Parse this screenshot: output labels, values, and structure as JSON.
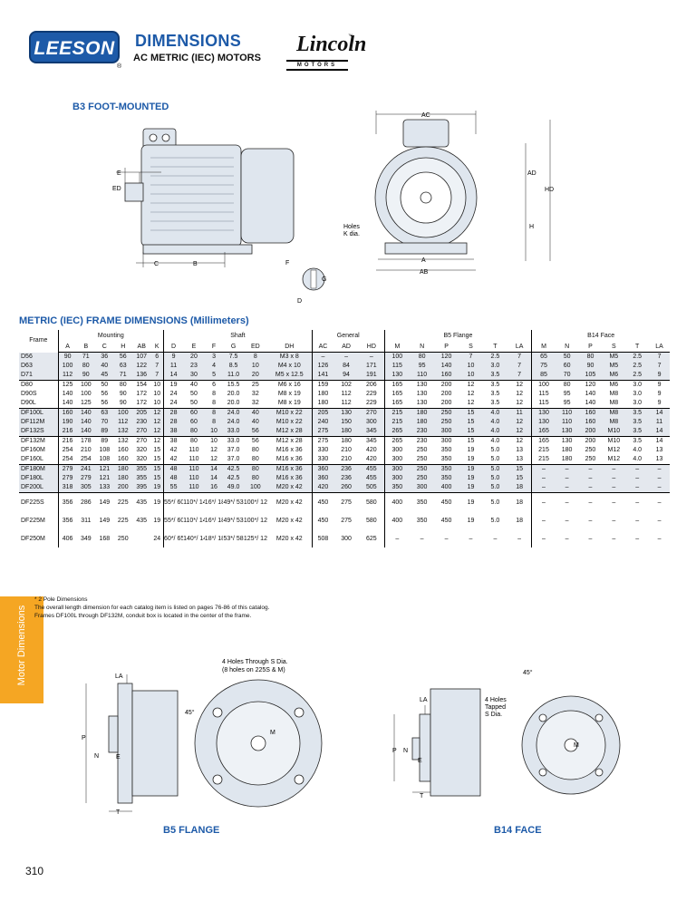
{
  "header": {
    "brand": "LEESON",
    "reg": "®",
    "title": "DIMENSIONS",
    "subtitle": "AC METRIC (IEC) MOTORS",
    "partner": "Lincoln",
    "partner_tm": "™",
    "partner_sub": "MOTORS"
  },
  "sections": {
    "b3": "B3 FOOT-MOUNTED",
    "table_title": "METRIC (IEC) FRAME DIMENSIONS (Millimeters)",
    "b5": "B5 FLANGE",
    "b14": "B14 FACE"
  },
  "diagram_labels": {
    "E": "E",
    "ED": "ED",
    "C": "C",
    "B": "B",
    "F": "F",
    "G": "G",
    "D": "D",
    "AC": "AC",
    "AD": "AD",
    "HD": "HD",
    "H": "H",
    "A": "A",
    "AB": "AB",
    "holes1": "Holes",
    "holes2": "K dia.",
    "LA": "LA",
    "P": "P",
    "N": "N",
    "M": "M",
    "T": "T",
    "deg45": "45°",
    "b5_holes1": "4 Holes Through S Dia.",
    "b5_holes2": "(8 holes on 225S & M)",
    "b14_holes1": "4 Holes",
    "b14_holes2": "Tapped",
    "b14_holes3": "S Dia."
  },
  "table": {
    "group_headers": [
      "Frame",
      "Mounting",
      "Shaft",
      "General",
      "B5 Flange",
      "B14 Face"
    ],
    "columns": [
      "A",
      "B",
      "C",
      "H",
      "AB",
      "K",
      "D",
      "E",
      "F",
      "G",
      "ED",
      "DH",
      "AC",
      "AD",
      "HD",
      "M",
      "N",
      "P",
      "S",
      "T",
      "LA",
      "M",
      "N",
      "P",
      "S",
      "T",
      "LA"
    ],
    "rows": [
      [
        "D56",
        "90",
        "71",
        "36",
        "56",
        "107",
        "6",
        "9",
        "20",
        "3",
        "7.5",
        "8",
        "M3 x 8",
        "–",
        "–",
        "–",
        "100",
        "80",
        "120",
        "7",
        "2.5",
        "7",
        "65",
        "50",
        "80",
        "M5",
        "2.5",
        "7"
      ],
      [
        "D63",
        "100",
        "80",
        "40",
        "63",
        "122",
        "7",
        "11",
        "23",
        "4",
        "8.5",
        "10",
        "M4 x 10",
        "126",
        "84",
        "171",
        "115",
        "95",
        "140",
        "10",
        "3.0",
        "7",
        "75",
        "60",
        "90",
        "M5",
        "2.5",
        "7"
      ],
      [
        "D71",
        "112",
        "90",
        "45",
        "71",
        "136",
        "7",
        "14",
        "30",
        "5",
        "11.0",
        "20",
        "M5 x 12.5",
        "141",
        "94",
        "191",
        "130",
        "110",
        "160",
        "10",
        "3.5",
        "7",
        "85",
        "70",
        "105",
        "M6",
        "2.5",
        "9"
      ],
      [
        "D80",
        "125",
        "100",
        "50",
        "80",
        "154",
        "10",
        "19",
        "40",
        "6",
        "15.5",
        "25",
        "M6 x 16",
        "159",
        "102",
        "206",
        "165",
        "130",
        "200",
        "12",
        "3.5",
        "12",
        "100",
        "80",
        "120",
        "M6",
        "3.0",
        "9"
      ],
      [
        "D90S",
        "140",
        "100",
        "56",
        "90",
        "172",
        "10",
        "24",
        "50",
        "8",
        "20.0",
        "32",
        "M8 x 19",
        "180",
        "112",
        "229",
        "165",
        "130",
        "200",
        "12",
        "3.5",
        "12",
        "115",
        "95",
        "140",
        "M8",
        "3.0",
        "9"
      ],
      [
        "D90L",
        "140",
        "125",
        "56",
        "90",
        "172",
        "10",
        "24",
        "50",
        "8",
        "20.0",
        "32",
        "M8 x 19",
        "180",
        "112",
        "229",
        "165",
        "130",
        "200",
        "12",
        "3.5",
        "12",
        "115",
        "95",
        "140",
        "M8",
        "3.0",
        "9"
      ],
      [
        "DF100L",
        "160",
        "140",
        "63",
        "100",
        "205",
        "12",
        "28",
        "60",
        "8",
        "24.0",
        "40",
        "M10 x 22",
        "205",
        "130",
        "270",
        "215",
        "180",
        "250",
        "15",
        "4.0",
        "11",
        "130",
        "110",
        "160",
        "M8",
        "3.5",
        "14"
      ],
      [
        "DF112M",
        "190",
        "140",
        "70",
        "112",
        "230",
        "12",
        "28",
        "60",
        "8",
        "24.0",
        "40",
        "M10 x 22",
        "240",
        "150",
        "300",
        "215",
        "180",
        "250",
        "15",
        "4.0",
        "12",
        "130",
        "110",
        "160",
        "M8",
        "3.5",
        "11"
      ],
      [
        "DF132S",
        "216",
        "140",
        "89",
        "132",
        "270",
        "12",
        "38",
        "80",
        "10",
        "33.0",
        "56",
        "M12 x 28",
        "275",
        "180",
        "345",
        "265",
        "230",
        "300",
        "15",
        "4.0",
        "12",
        "165",
        "130",
        "200",
        "M10",
        "3.5",
        "14"
      ],
      [
        "DF132M",
        "216",
        "178",
        "89",
        "132",
        "270",
        "12",
        "38",
        "80",
        "10",
        "33.0",
        "56",
        "M12 x 28",
        "275",
        "180",
        "345",
        "265",
        "230",
        "300",
        "15",
        "4.0",
        "12",
        "165",
        "130",
        "200",
        "M10",
        "3.5",
        "14"
      ],
      [
        "DF160M",
        "254",
        "210",
        "108",
        "160",
        "320",
        "15",
        "42",
        "110",
        "12",
        "37.0",
        "80",
        "M16 x 36",
        "330",
        "210",
        "420",
        "300",
        "250",
        "350",
        "19",
        "5.0",
        "13",
        "215",
        "180",
        "250",
        "M12",
        "4.0",
        "13"
      ],
      [
        "DF160L",
        "254",
        "254",
        "108",
        "160",
        "320",
        "15",
        "42",
        "110",
        "12",
        "37.0",
        "80",
        "M16 x 36",
        "330",
        "210",
        "420",
        "300",
        "250",
        "350",
        "19",
        "5.0",
        "13",
        "215",
        "180",
        "250",
        "M12",
        "4.0",
        "13"
      ],
      [
        "DF180M",
        "279",
        "241",
        "121",
        "180",
        "355",
        "15",
        "48",
        "110",
        "14",
        "42.5",
        "80",
        "M16 x 36",
        "360",
        "236",
        "455",
        "300",
        "250",
        "350",
        "19",
        "5.0",
        "15",
        "–",
        "–",
        "–",
        "–",
        "–",
        "–"
      ],
      [
        "DF180L",
        "279",
        "279",
        "121",
        "180",
        "355",
        "15",
        "48",
        "110",
        "14",
        "42.5",
        "80",
        "M16 x 36",
        "360",
        "236",
        "455",
        "300",
        "250",
        "350",
        "19",
        "5.0",
        "15",
        "–",
        "–",
        "–",
        "–",
        "–",
        "–"
      ],
      [
        "DF200L",
        "318",
        "305",
        "133",
        "200",
        "395",
        "19",
        "55",
        "110",
        "16",
        "49.0",
        "100",
        "M20 x 42",
        "420",
        "260",
        "505",
        "350",
        "300",
        "400",
        "19",
        "5.0",
        "18",
        "–",
        "–",
        "–",
        "–",
        "–",
        "–"
      ],
      [
        "DF225S",
        "356",
        "286",
        "149",
        "225",
        "435",
        "19",
        "55*/ 60",
        "110*/ 140",
        "16*/ 18",
        "49*/ 53",
        "100*/ 125",
        "M20 x 42",
        "450",
        "275",
        "580",
        "400",
        "350",
        "450",
        "19",
        "5.0",
        "18",
        "–",
        "–",
        "–",
        "–",
        "–",
        "–"
      ],
      [
        "DF225M",
        "356",
        "311",
        "149",
        "225",
        "435",
        "19",
        "55*/ 60",
        "110*/ 140",
        "16*/ 18",
        "49*/ 53",
        "100*/ 125",
        "M20 x 42",
        "450",
        "275",
        "580",
        "400",
        "350",
        "450",
        "19",
        "5.0",
        "18",
        "–",
        "–",
        "–",
        "–",
        "–",
        "–"
      ],
      [
        "DF250M",
        "406",
        "349",
        "168",
        "250",
        "",
        "24",
        "60*/ 65",
        "140*/ 140",
        "18*/ 18",
        "53*/ 58",
        "125*/ 125",
        "M20 x 42",
        "508",
        "300",
        "625",
        "–",
        "–",
        "–",
        "–",
        "–",
        "–",
        "–",
        "–",
        "–",
        "–",
        "–",
        "–"
      ]
    ]
  },
  "notes": [
    "* 2 Pole Dimensions",
    "The overall length dimension for each catalog item is listed on pages 76-86 of this catalog.",
    "Frames DF100L through DF132M, conduit box is located in the center of the frame."
  ],
  "side_tab": "Motor Dimensions",
  "page_number": "310"
}
